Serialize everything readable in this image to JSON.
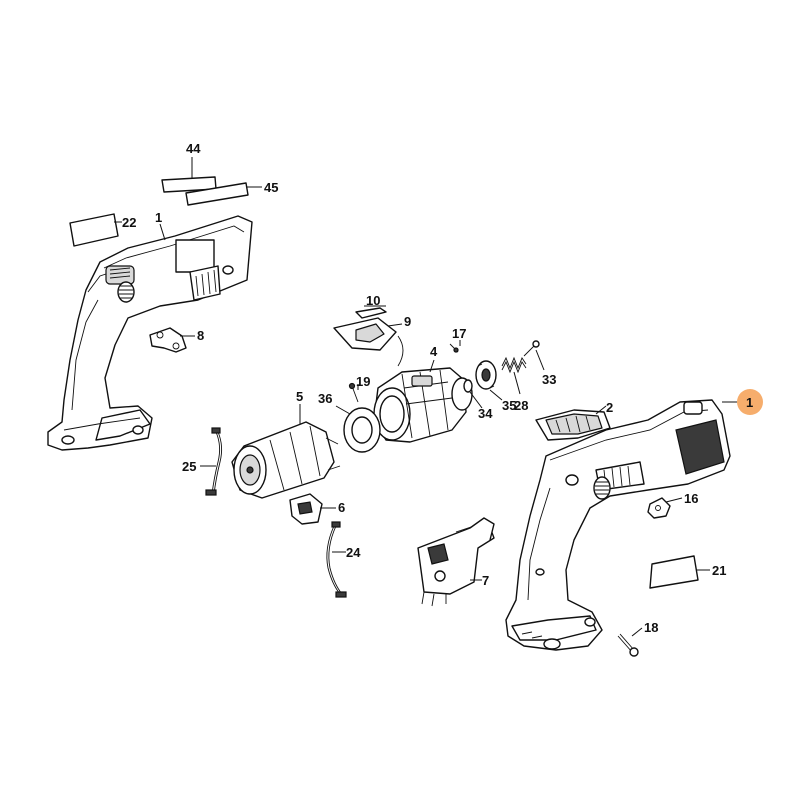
{
  "highlight_color": "#f6ad6c",
  "labels": {
    "l44": "44",
    "l45": "45",
    "l22": "22",
    "l1a": "1",
    "l8": "8",
    "l10": "10",
    "l9": "9",
    "l17": "17",
    "l4": "4",
    "l19": "19",
    "l36": "36",
    "l5": "5",
    "l34": "34",
    "l35": "35",
    "l28": "28",
    "l33": "33",
    "l25": "25",
    "l6": "6",
    "l24": "24",
    "l7": "7",
    "l2": "2",
    "l1b": "1",
    "l16": "16",
    "l21": "21",
    "l18": "18"
  }
}
